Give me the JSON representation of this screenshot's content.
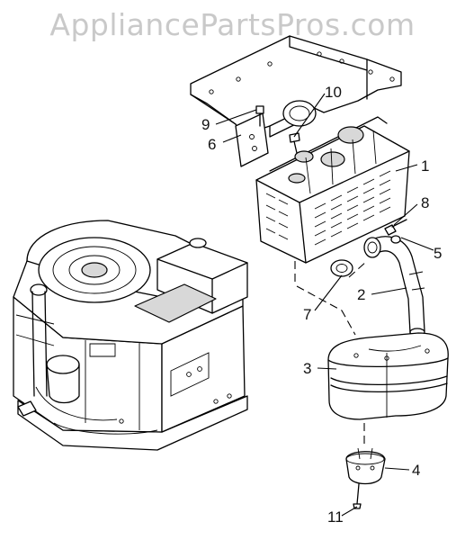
{
  "watermark": "AppliancePartsPros.com",
  "callouts": {
    "c1": "1",
    "c2": "2",
    "c3": "3",
    "c4": "4",
    "c5": "5",
    "c6": "6",
    "c7": "7",
    "c8": "8",
    "c9": "9",
    "c10": "10",
    "c11": "11"
  },
  "colors": {
    "line": "#000000",
    "shade": "#d8d8d8",
    "watermark": "#c9c9c9"
  }
}
